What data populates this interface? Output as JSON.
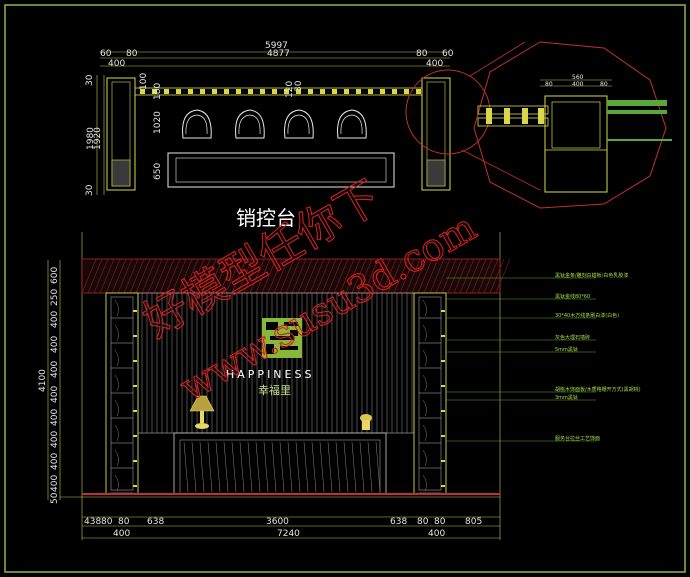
{
  "drawing": {
    "title": "销控台",
    "top_plan": {
      "dims_top_overall": "5997",
      "dims_top_row2": [
        "60",
        "80",
        "4877",
        "80",
        "60"
      ],
      "dims_top_row3_left": "400",
      "dims_top_row3_right": "400",
      "dims_left_outer": [
        "1980"
      ],
      "dims_left_inner": [
        "30",
        "1920",
        "30"
      ],
      "dims_inner_left": [
        "100",
        "180",
        "1020",
        "650"
      ],
      "dims_inner_mid": [
        "120",
        "30"
      ]
    },
    "detail": {
      "dims": [
        "560",
        "80",
        "400",
        "80"
      ]
    },
    "elevation": {
      "brand_en": "HAPPINESS",
      "brand_cn": "幸福里",
      "dims_left": [
        "600",
        "250",
        "400",
        "400",
        "400",
        "400",
        "400",
        "400",
        "400",
        "400",
        "50"
      ],
      "dims_left_total": "4100",
      "dims_bottom_row1": [
        "438",
        "80",
        "80",
        "638",
        "3600",
        "638",
        "80",
        "80",
        "805"
      ],
      "dims_bottom_row2_left": "400",
      "dims_bottom_row2_right": "400",
      "dims_bottom_total": "7240",
      "annotations": [
        "黑钛金条/雕刻白蜡板/白色乳胶漆",
        "黑钛金线80*60",
        "30*40木方线条刷白漆(白色)",
        "灰色大理石墙砖",
        "5mm黑钛",
        "胡桃木饰面板/木质格栅开方式(黑胡桃)",
        "3mm黑钛",
        "服务台拉丝工艺饰面"
      ]
    },
    "watermark": {
      "line1": "好模型任你下",
      "line2": "www.susu3d.com"
    }
  },
  "colors": {
    "background": "#000000",
    "outline_yellow": "#d8d84a",
    "border_green": "#7ab84a",
    "dim_text": "#e6e6e6",
    "hatch_red": "#b02828",
    "watermark_red": "#d02020",
    "leader_green": "#5aa83a",
    "logo_green": "#a8d84a"
  }
}
